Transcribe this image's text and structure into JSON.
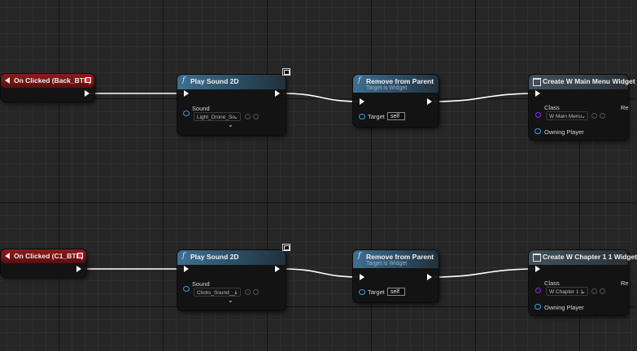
{
  "nodes": {
    "event_back": {
      "title": "On Clicked (Back_BTN)"
    },
    "play_sound_1": {
      "title": "Play Sound 2D",
      "sound_label": "Sound",
      "sound_value": "Light_Drone_So",
      "expand": "⌄"
    },
    "remove_1": {
      "title": "Remove from Parent",
      "subtitle": "Target is Widget",
      "target_label": "Target",
      "target_value": "self"
    },
    "create_1": {
      "title": "Create W Main Menu Widget",
      "class_label": "Class",
      "class_value": "W Main Menu",
      "owning_player_label": "Owning Player",
      "return_label": "Re"
    },
    "event_c1": {
      "title": "On Clicked (C1_BTN)"
    },
    "play_sound_2": {
      "title": "Play Sound 2D",
      "sound_label": "Sound",
      "sound_value": "Clicks_Sound__I",
      "expand": "⌄"
    },
    "remove_2": {
      "title": "Remove from Parent",
      "subtitle": "Target is Widget",
      "target_label": "Target",
      "target_value": "self"
    },
    "create_2": {
      "title": "Create W Chapter 1 1 Widget",
      "class_label": "Class",
      "class_value": "W Chapter 1 1",
      "owning_player_label": "Owning Player",
      "return_label": "Re"
    }
  },
  "colors": {
    "event_header": "#8e1b1b",
    "function_header": "#3f6f91",
    "exec_wire": "#ffffff",
    "sound_pin": "#2aa0e0",
    "class_pin": "#8a2be2"
  }
}
